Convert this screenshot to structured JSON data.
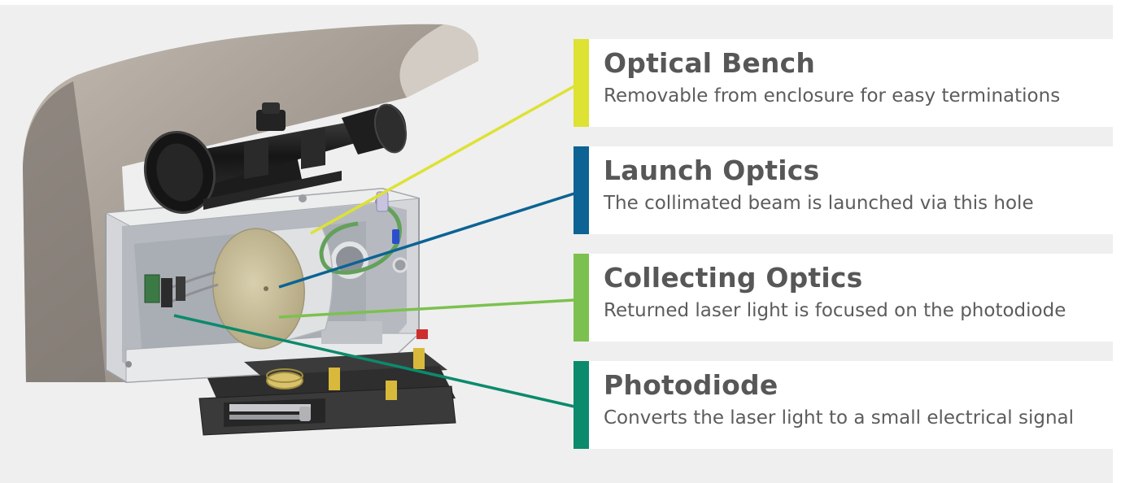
{
  "callouts": [
    {
      "title": "Optical Bench",
      "description": "Removable from enclosure for easy terminations",
      "color": "#dde233"
    },
    {
      "title": "Launch Optics",
      "description": "The collimated beam is launched via this hole",
      "color": "#0c6394"
    },
    {
      "title": "Collecting Optics",
      "description": "Returned laser light is focused on the photodiode",
      "color": "#7cc14f"
    },
    {
      "title": "Photodiode",
      "description": "Converts the laser light to a small electrical signal",
      "color": "#0c8a6c"
    }
  ],
  "colors": {
    "background": "#efefef",
    "card": "#ffffff",
    "title_text": "#575757",
    "body_text": "#5c5c5c"
  }
}
